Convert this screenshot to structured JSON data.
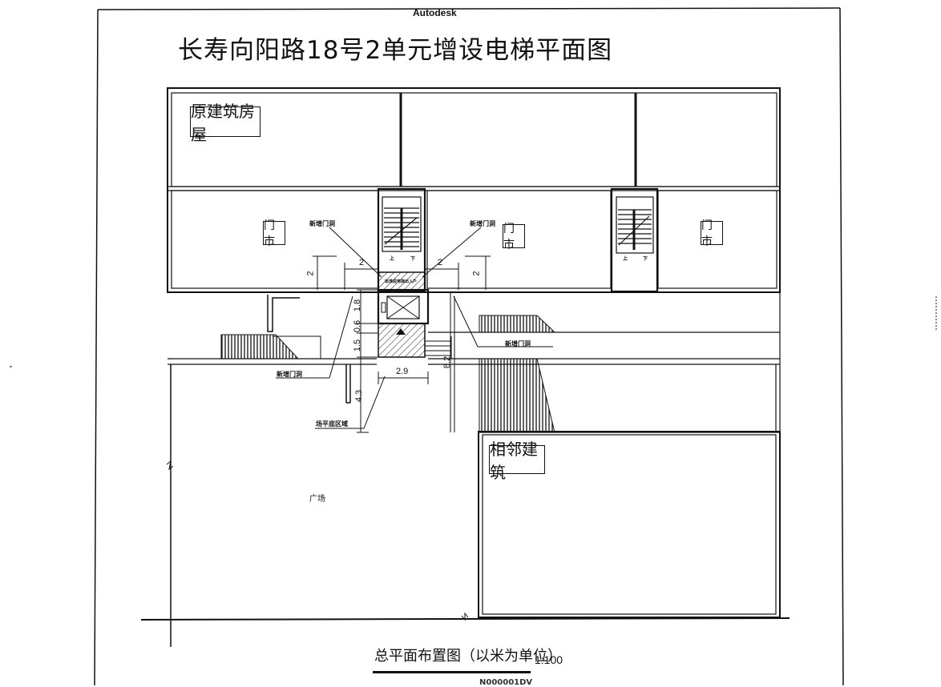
{
  "header": {
    "brand": "Autodesk",
    "title": "长寿向阳路18号2单元增设电梯平面图"
  },
  "labels": {
    "original_building": "原建筑房屋",
    "adjacent_building": "相邻建筑",
    "shop_1": "门市",
    "shop_2": "门市",
    "shop_3": "门市",
    "new_door_1": "新增门洞",
    "new_door_2": "新增门洞",
    "new_door_3": "新增门洞",
    "new_door_4": "新增门洞",
    "level_area": "场平底区域",
    "elevator_entrance": "标准层电梯出入户",
    "stair_up_1": "上",
    "stair_down_1": "下",
    "stair_up_2": "上",
    "stair_down_2": "下",
    "plaza": "广场"
  },
  "dimensions": {
    "d2_left_h": "2",
    "d2_left_v": "2",
    "d2_right_h": "2",
    "d2_right_v": "2",
    "d1_8": "1.8",
    "d0_6": "0.6",
    "d1_5": "1.5",
    "d2_9": "2.9",
    "d4_3": "4.3",
    "d8_2": "8.2"
  },
  "footer": {
    "drawing_title": "总平面布置图（以米为单位）",
    "scale": "1:100",
    "cut_text": "N000001DV"
  }
}
